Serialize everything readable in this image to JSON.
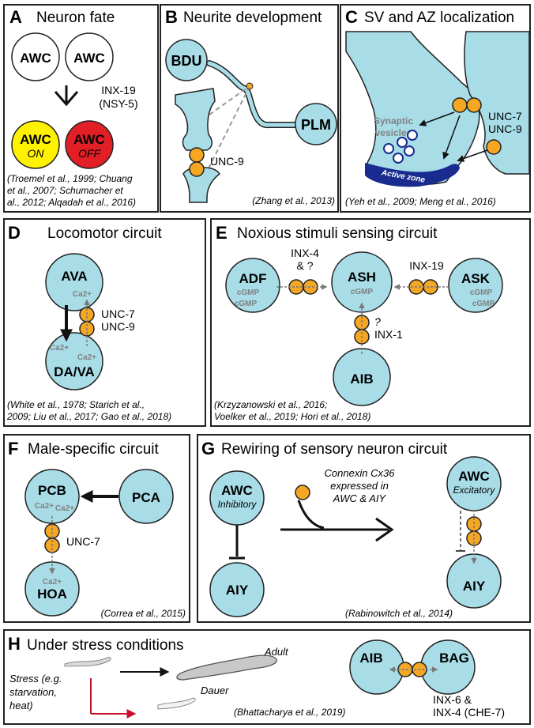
{
  "panelA": {
    "letter": "A",
    "title": "Neuron fate",
    "cell1": "AWC",
    "cell2": "AWC",
    "gene": "INX-19",
    "gene_alt": "(NSY-5)",
    "on_name": "AWC",
    "on_state": "ON",
    "off_name": "AWC",
    "off_state": "OFF",
    "cite1": "(Troemel et al., 1999; Chuang",
    "cite2": "et al., 2007; Schumacher et",
    "cite3": "al., 2012; Alqadah et al., 2016)",
    "on_color": "#FFF200",
    "off_color": "#E21F26"
  },
  "panelB": {
    "letter": "B",
    "title": "Neurite development",
    "bdu": "BDU",
    "plm": "PLM",
    "gene": "UNC-9",
    "cite": "(Zhang et al., 2013)"
  },
  "panelC": {
    "letter": "C",
    "title": "SV and AZ localization",
    "sv1": "Synaptic",
    "sv2": "vesicles",
    "gene1": "UNC-7",
    "gene2": "UNC-9",
    "az": "Active zone",
    "cite": "(Yeh et al., 2009; Meng et al., 2016)"
  },
  "panelD": {
    "letter": "D",
    "title": "Locomotor circuit",
    "ava": "AVA",
    "dava": "DA/VA",
    "ca_top": "Ca2+",
    "ca_left": "Ca2+",
    "ca_right": "Ca2+",
    "gene1": "UNC-7",
    "gene2": "UNC-9",
    "cite1": "(White et al., 1978; Starich et al.,",
    "cite2": "2009; Liu et al., 2017; Gao et al., 2018)"
  },
  "panelE": {
    "letter": "E",
    "title": "Noxious stimuli sensing circuit",
    "adf": "ADF",
    "ash": "ASH",
    "ask": "ASK",
    "aib": "AIB",
    "cgmp": "cGMP",
    "inx4a": "INX-4",
    "inx4b": "& ?",
    "inx19": "INX-19",
    "q": "?",
    "inx1": "INX-1",
    "cite1": "(Krzyzanowski et al., 2016;",
    "cite2": "Voelker et al., 2019; Hori et al., 2018)"
  },
  "panelF": {
    "letter": "F",
    "title": "Male-specific circuit",
    "pcb": "PCB",
    "pca": "PCA",
    "hoa": "HOA",
    "ca": "Ca2+",
    "gene": "UNC-7",
    "cite": "(Correa et al., 2015)"
  },
  "panelG": {
    "letter": "G",
    "title": "Rewiring of sensory neuron circuit",
    "awc": "AWC",
    "inhib": "Inhibitory",
    "excit": "Excitatory",
    "aiy": "AIY",
    "cx1": "Connexin Cx36",
    "cx2": "expressed in",
    "cx3": "AWC & AIY",
    "cite": "(Rabinowitch et al., 2014)"
  },
  "panelH": {
    "letter": "H",
    "title": "Under stress conditions",
    "stress1": "Stress (e.g.",
    "stress2": "starvation,",
    "stress3": "heat)",
    "adult": "Adult",
    "dauer": "Dauer",
    "aib": "AIB",
    "bag": "BAG",
    "gene1": "INX-6 &",
    "gene2": "INX-4 (CHE-7)",
    "cite": "(Bhattacharya et al., 2019)",
    "arrow_red": "#C8102E"
  },
  "colors": {
    "cell": "#A8DDE8",
    "gap": "#F5A623",
    "text_gray": "#808080"
  }
}
